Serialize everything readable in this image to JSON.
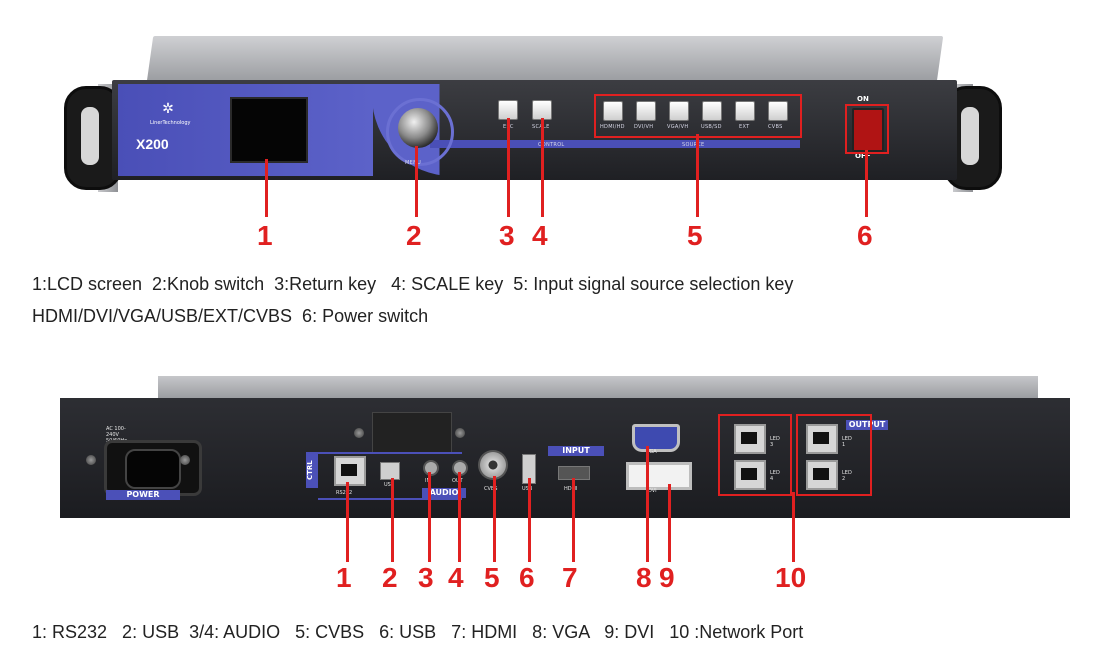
{
  "front": {
    "model": "X200",
    "brand_sub": "LinerTechnology",
    "knob_label": "MENU",
    "keys": {
      "esc": "ESC",
      "scale": "SCALE"
    },
    "control_label": "CONTROL",
    "source_keys": [
      "HDMI/HD",
      "DVI/VH",
      "VGA/VH",
      "USB/SD",
      "EXT",
      "CVBS"
    ],
    "source_label": "SOURCE",
    "power_on": "ON",
    "power_off": "OFF",
    "callouts": [
      "1",
      "2",
      "3",
      "4",
      "5",
      "6"
    ],
    "description_line1": "1:LCD screen  2:Knob switch  3:Return key   4: SCALE key  5: Input signal source selection key",
    "description_line2": "HDMI/DVI/VGA/USB/EXT/CVBS  6: Power switch"
  },
  "rear": {
    "ac_label": "AC 100-240V 50/60Hz",
    "power_label": "POWER",
    "ctrl_label": "CTRL",
    "rs232_label": "RS232",
    "usb_label": "USB",
    "audio_label": "AUDIO",
    "audio_in": "IN",
    "audio_out": "OUT",
    "cvbs_label": "CVBS",
    "usb2_label": "USB",
    "input_label": "INPUT",
    "hdmi_label": "HDMI",
    "vga_label": "VGA",
    "dvi_label": "DVI",
    "output_label": "OUTPUT",
    "led_labels": [
      "LED 3",
      "LED 1",
      "LED 4",
      "LED 2"
    ],
    "callouts": [
      "1",
      "2",
      "3",
      "4",
      "5",
      "6",
      "7",
      "8",
      "9",
      "10"
    ],
    "description": "1: RS232   2: USB  3/4: AUDIO   5: CVBS   6: USB   7: HDMI   8: VGA   9: DVI   10 :Network Port"
  },
  "colors": {
    "accent_red": "#e02020",
    "panel_blue": "#5c62c9"
  }
}
